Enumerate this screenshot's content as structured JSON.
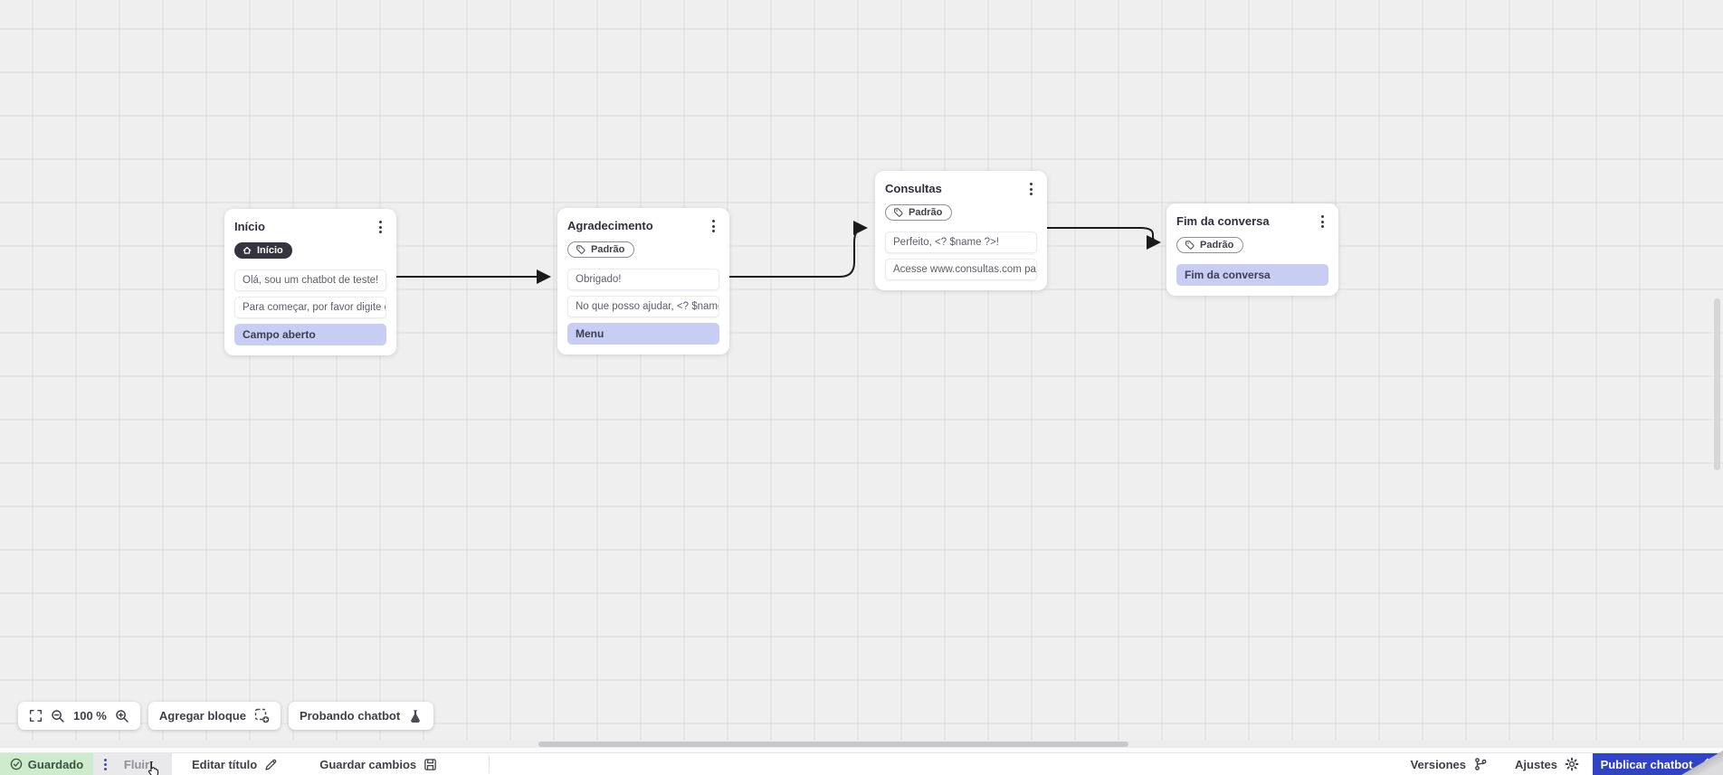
{
  "canvas": {
    "nodes": [
      {
        "title": "Início",
        "badge": {
          "label": "Início",
          "icon": "home-icon",
          "style": "dark"
        },
        "items": [
          {
            "text": "Olá, sou um chatbot de teste!",
            "highlight": false
          },
          {
            "text": "Para começar, por favor digite o ...",
            "highlight": false
          },
          {
            "text": "Campo aberto",
            "highlight": true
          }
        ]
      },
      {
        "title": "Agradecimento",
        "badge": {
          "label": "Padrão",
          "icon": "tag-icon",
          "style": "outline"
        },
        "items": [
          {
            "text": "Obrigado!",
            "highlight": false
          },
          {
            "text": "No que posso ajudar, <? $name ...",
            "highlight": false
          },
          {
            "text": "Menu",
            "highlight": true
          }
        ]
      },
      {
        "title": "Consultas",
        "badge": {
          "label": "Padrão",
          "icon": "tag-icon",
          "style": "outline"
        },
        "items": [
          {
            "text": "Perfeito, <? $name ?>!",
            "highlight": false
          },
          {
            "text": "Acesse www.consultas.com par...",
            "highlight": false
          }
        ]
      },
      {
        "title": "Fim da conversa",
        "badge": {
          "label": "Padrão",
          "icon": "tag-icon",
          "style": "outline"
        },
        "items": [
          {
            "text": "Fim da conversa",
            "highlight": true
          }
        ]
      }
    ]
  },
  "toolbar": {
    "zoom_level": "100 %",
    "add_block_label": "Agregar bloque",
    "test_chatbot_label": "Probando chatbot"
  },
  "statusbar": {
    "saved_label": "Guardado",
    "flow_tab_label": "Fluir",
    "edit_title_label": "Editar título",
    "save_changes_label": "Guardar cambios",
    "versions_label": "Versiones",
    "settings_label": "Ajustes",
    "publish_label": "Publicar chatbot"
  },
  "colors": {
    "accent_blue": "#3143c3",
    "saved_green_bg": "#cdeccd",
    "highlight_lavender": "#c7cdf3",
    "badge_dark": "#34333f",
    "connection": "#1b1b1b"
  }
}
